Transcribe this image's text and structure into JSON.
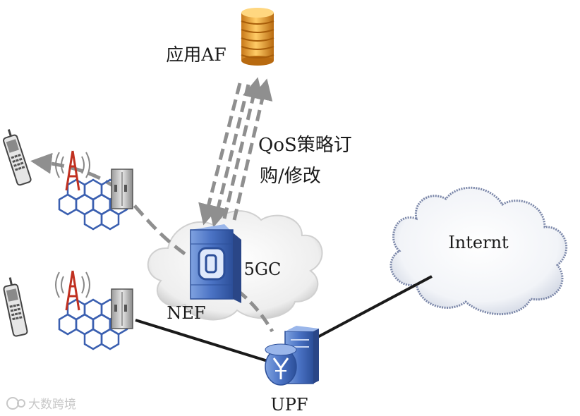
{
  "labels": {
    "af": "应用AF",
    "qos_line1": "QoS策略订",
    "qos_line2": "购/修改",
    "core": "5GC",
    "nef": "NEF",
    "upf": "UPF",
    "internet": "Internt"
  },
  "watermark": {
    "text": "大数跨境"
  },
  "icons": {
    "af": "database-server-icon",
    "nef": "nef-server-icon",
    "upf": "upf-router-icon",
    "phone": "mobile-phone-icon",
    "tower": "cell-tower-icon",
    "bts": "base-station-cabinet-icon",
    "cloud": "cloud-icon"
  },
  "colors": {
    "arrow": "#8f8f8f",
    "link": "#1a1a1a",
    "server_blue": "#4a72c4",
    "db_orange": "#f0a030",
    "cloud_edge": "#7a86a8",
    "hex_blue": "#3a5fb0",
    "tower_red": "#c03020"
  }
}
